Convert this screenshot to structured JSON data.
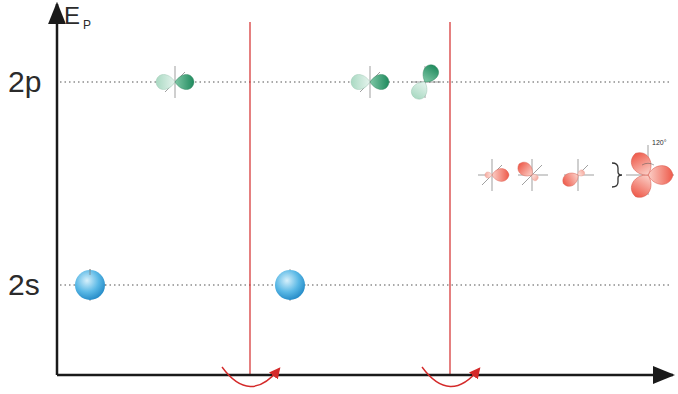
{
  "diagram": {
    "labels": [
      "E",
      "P",
      "2p",
      "2s",
      "120°"
    ]
  }
}
